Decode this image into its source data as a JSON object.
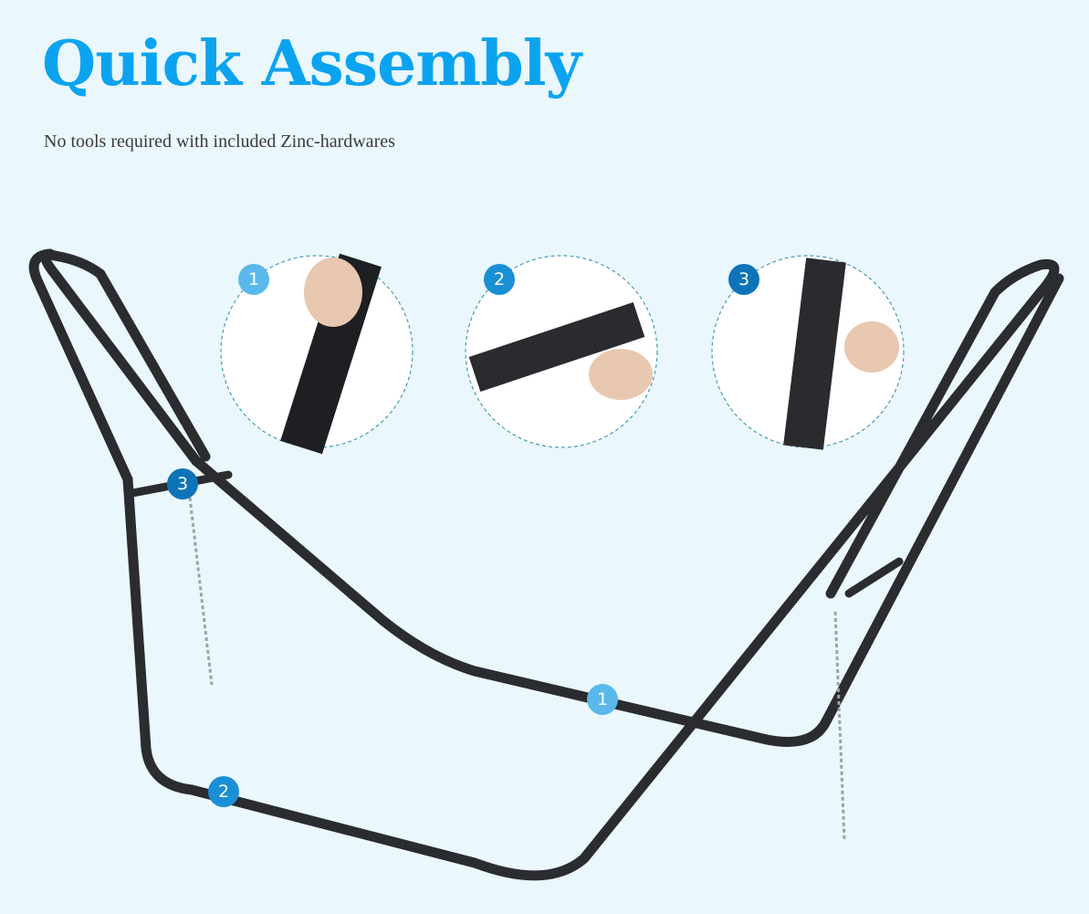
{
  "header": {
    "title": "Quick Assembly",
    "subtitle": "No tools required with included Zinc-hardwares"
  },
  "steps": [
    {
      "number": "1",
      "color": "#5bb8ea"
    },
    {
      "number": "2",
      "color": "#1a8fd6"
    },
    {
      "number": "3",
      "color": "#0e74b8"
    }
  ],
  "frame_markers": [
    {
      "number": "3",
      "color": "#0e74b8"
    },
    {
      "number": "1",
      "color": "#5bb8ea"
    },
    {
      "number": "2",
      "color": "#1a8fd6"
    }
  ],
  "colors": {
    "background": "#eaf7fd",
    "title": "#0ba3f0",
    "frame": "#2a2c2f"
  }
}
